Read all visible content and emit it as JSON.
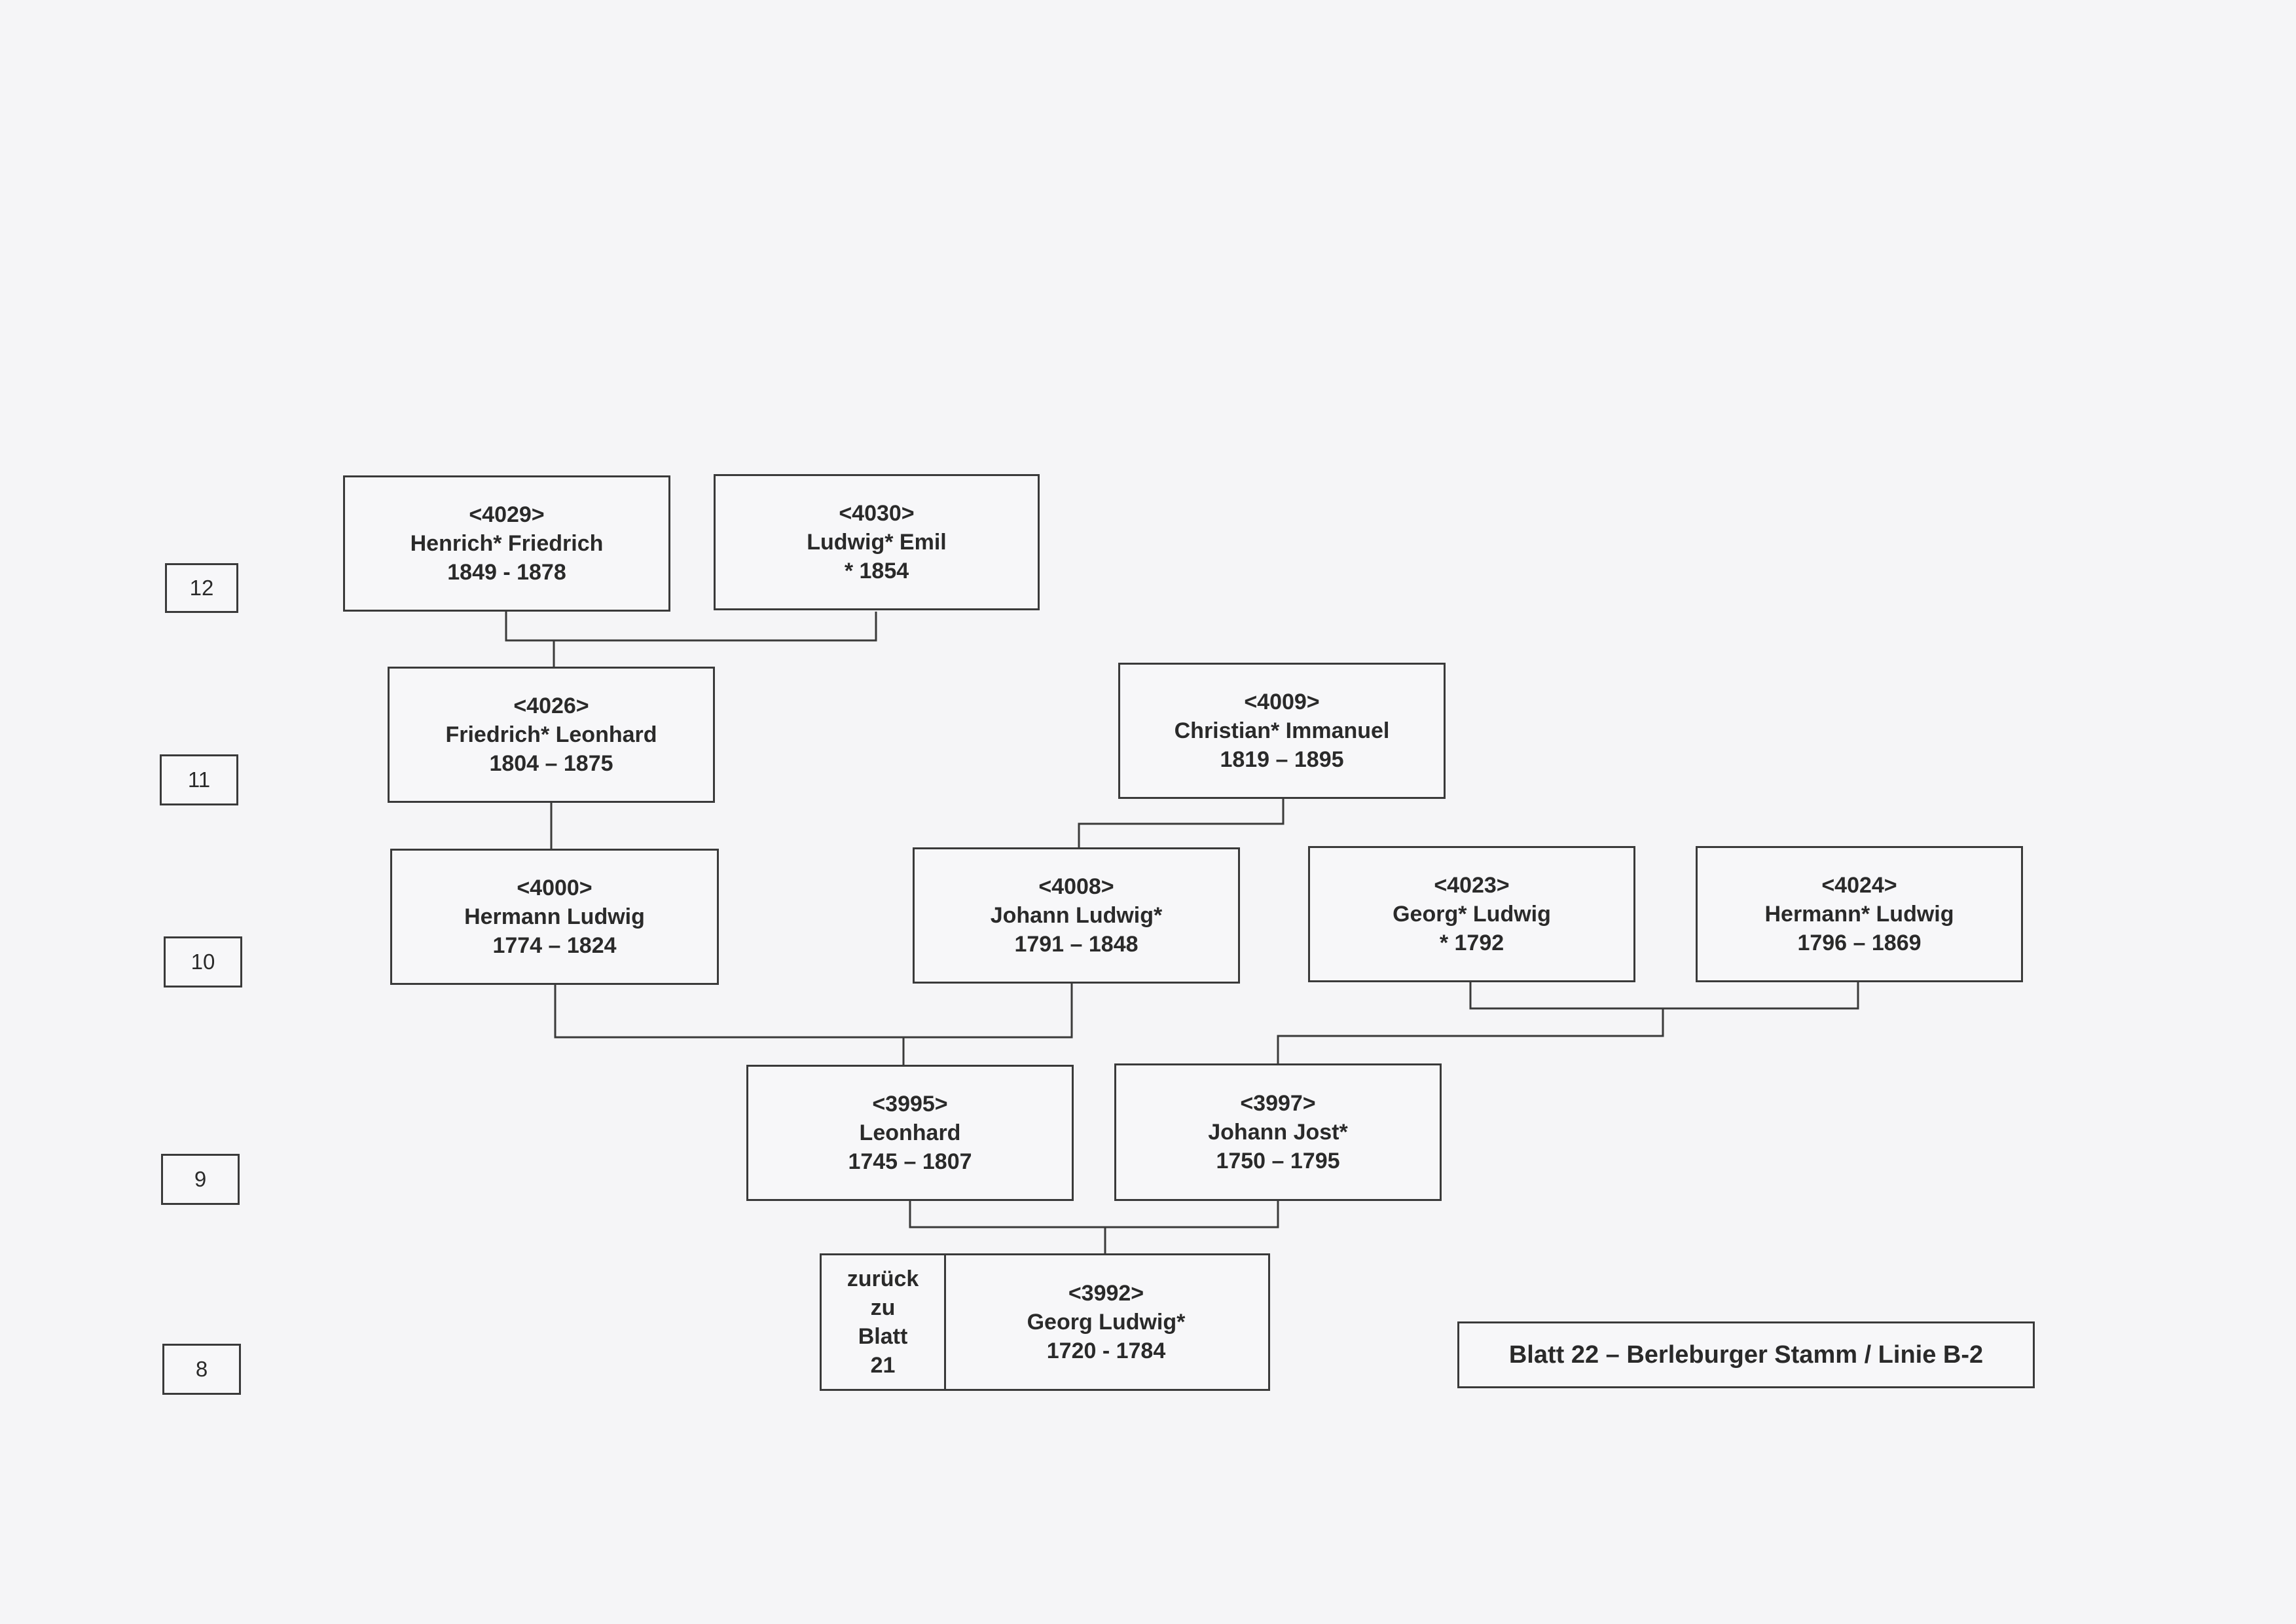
{
  "generations": [
    {
      "id": "gen-12",
      "label": "12"
    },
    {
      "id": "gen-11",
      "label": "11"
    },
    {
      "id": "gen-10",
      "label": "10"
    },
    {
      "id": "gen-9",
      "label": "9"
    },
    {
      "id": "gen-8",
      "label": "8"
    }
  ],
  "persons": {
    "p4029": {
      "id": "<4029>",
      "name": "Henrich* Friedrich",
      "dates": "1849 - 1878"
    },
    "p4030": {
      "id": "<4030>",
      "name": "Ludwig* Emil",
      "dates": "* 1854"
    },
    "p4026": {
      "id": "<4026>",
      "name": "Friedrich* Leonhard",
      "dates": "1804 – 1875"
    },
    "p4009": {
      "id": "<4009>",
      "name": "Christian* Immanuel",
      "dates": "1819 – 1895"
    },
    "p4000": {
      "id": "<4000>",
      "name": "Hermann Ludwig",
      "dates": "1774 – 1824"
    },
    "p4008": {
      "id": "<4008>",
      "name": "Johann Ludwig*",
      "dates": "1791 – 1848"
    },
    "p4023": {
      "id": "<4023>",
      "name": "Georg* Ludwig",
      "dates": "* 1792"
    },
    "p4024": {
      "id": "<4024>",
      "name": "Hermann* Ludwig",
      "dates": "1796 – 1869"
    },
    "p3995": {
      "id": "<3995>",
      "name": "Leonhard",
      "dates": "1745 – 1807"
    },
    "p3997": {
      "id": "<3997>",
      "name": "Johann Jost*",
      "dates": "1750 – 1795"
    },
    "p3992": {
      "id": "<3992>",
      "name": "Georg Ludwig*",
      "dates": "1720 - 1784"
    }
  },
  "back_link": {
    "line1": "zurück",
    "line2": "zu",
    "line3": "Blatt",
    "line4": "21"
  },
  "sheet_title": "Blatt 22 – Berleburger Stamm / Linie B-2",
  "colors": {
    "line": "#3a3a3a",
    "paper": "#f5f5f7",
    "text": "#2a2a2a"
  }
}
